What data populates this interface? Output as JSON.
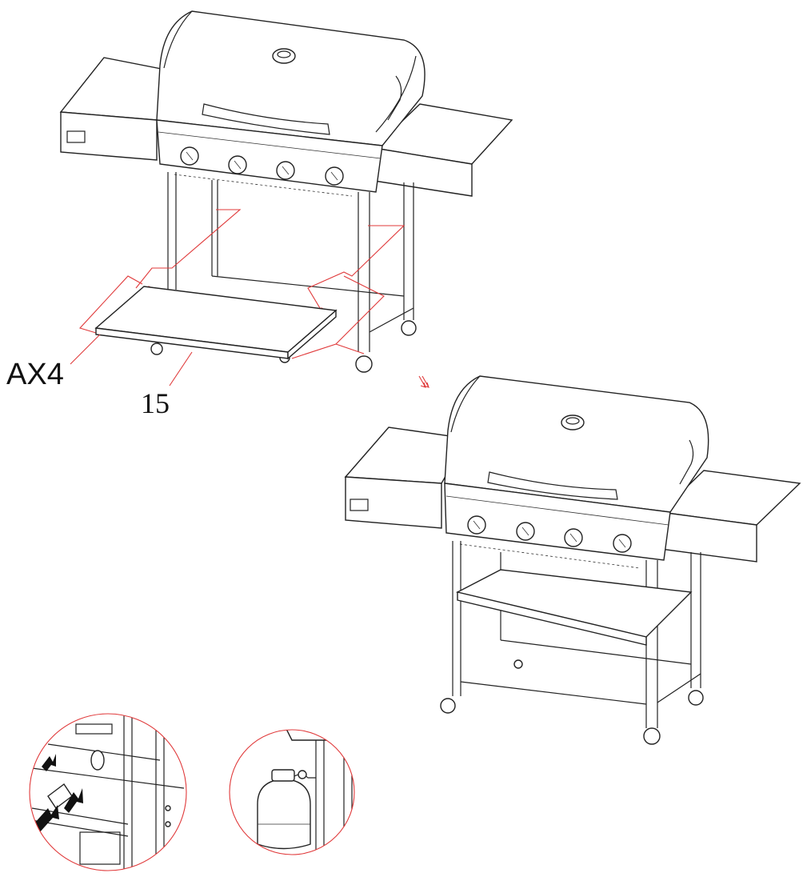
{
  "labels": {
    "fastener": "AX4",
    "part": "15"
  },
  "colors": {
    "line": "#222222",
    "callout": "#e0393a"
  },
  "icons": {
    "step_arrow": "double-down-arrow-icon",
    "detail_left": "hose-connection-detail",
    "detail_right": "gas-tank-connection-detail"
  }
}
